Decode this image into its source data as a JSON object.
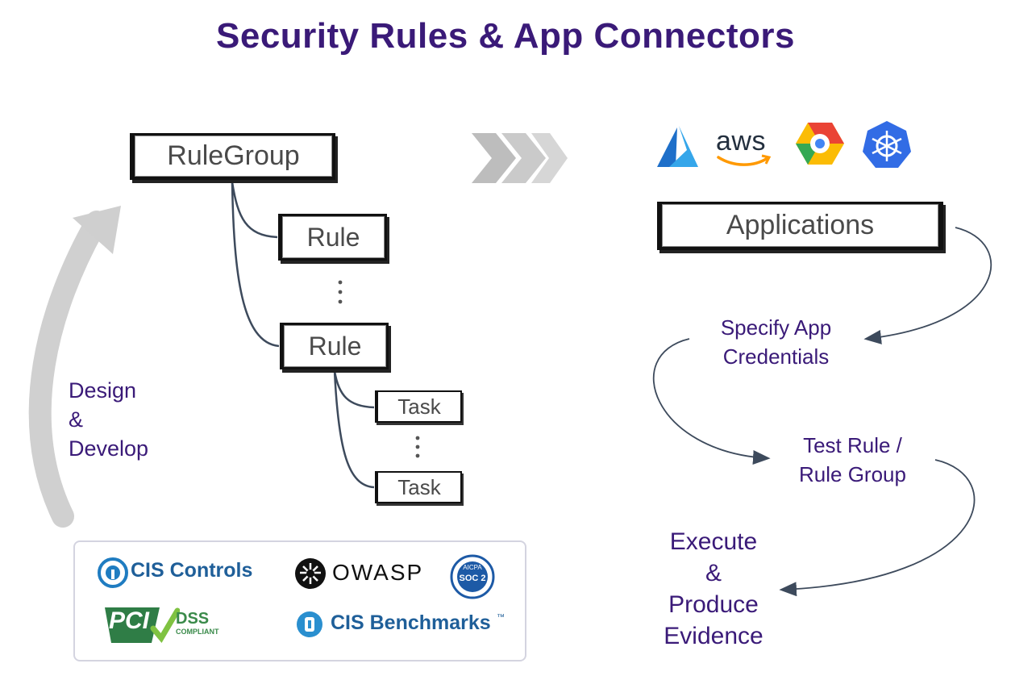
{
  "title": "Security Rules & App Connectors",
  "tree": {
    "root": "RuleGroup",
    "rule_1": "Rule",
    "rule_2": "Rule",
    "task_1": "Task",
    "task_2": "Task"
  },
  "left_label": {
    "line1": "Design",
    "line2": "&",
    "line3": "Develop"
  },
  "applications": {
    "label": "Applications",
    "providers": [
      "azure-icon",
      "aws-logo",
      "gcp-icon",
      "kubernetes-icon"
    ],
    "aws_text": "aws"
  },
  "steps": {
    "credentials_line1": "Specify App",
    "credentials_line2": "Credentials",
    "test_line1": "Test Rule /",
    "test_line2": "Rule Group",
    "execute_line1": "Execute",
    "execute_line2": "&",
    "execute_line3": "Produce",
    "execute_line4": "Evidence"
  },
  "standards": {
    "cis_controls": "CIS Controls",
    "owasp": "OWASP",
    "aicpa_top": "AICPA",
    "soc2": "SOC 2",
    "pci": "PCI",
    "dss": "DSS",
    "dss_sub": "COMPLIANT",
    "cis_benchmarks": "CIS Benchmarks",
    "tm": "™"
  },
  "colors": {
    "title": "#3a1a78",
    "connector": "#3d4a5c",
    "arrow_grey": "#c8c8c8",
    "azure": "#0078d4",
    "aws_orange": "#ff9900",
    "k8s": "#326ce5",
    "cis_blue": "#1f7cc1",
    "pci_green": "#3a8a4a"
  }
}
